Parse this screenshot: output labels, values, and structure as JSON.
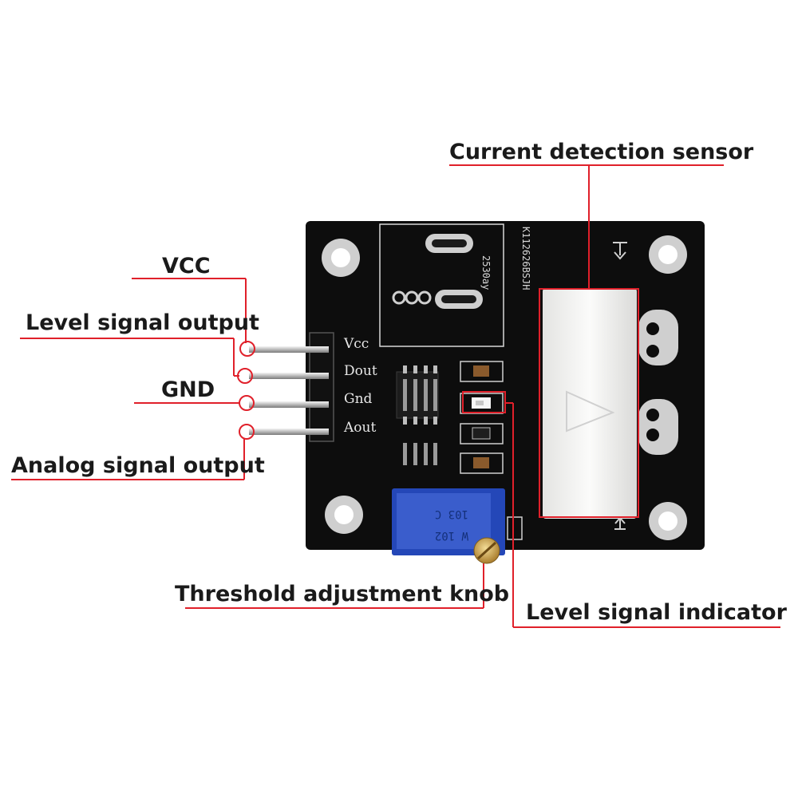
{
  "labels": {
    "current_sensor": "Current detection sensor",
    "vcc": "VCC",
    "level_output": "Level signal output",
    "gnd": "GND",
    "analog_output": "Analog signal output",
    "threshold_knob": "Threshold adjustment knob",
    "level_indicator": "Level signal indicator"
  },
  "silkscreen": {
    "pins": [
      "Vcc",
      "Dout",
      "Gnd",
      "Aout"
    ],
    "serial": "K112626BSJH",
    "coil_marking": "2530ay",
    "pot_line1": "103 C",
    "pot_line2": "W 102"
  },
  "colors": {
    "pcb": "#0d0d0d",
    "callout_line": "#e0202a",
    "potentiometer": "#2447b8",
    "sensor_body": "#f1f1ef"
  }
}
